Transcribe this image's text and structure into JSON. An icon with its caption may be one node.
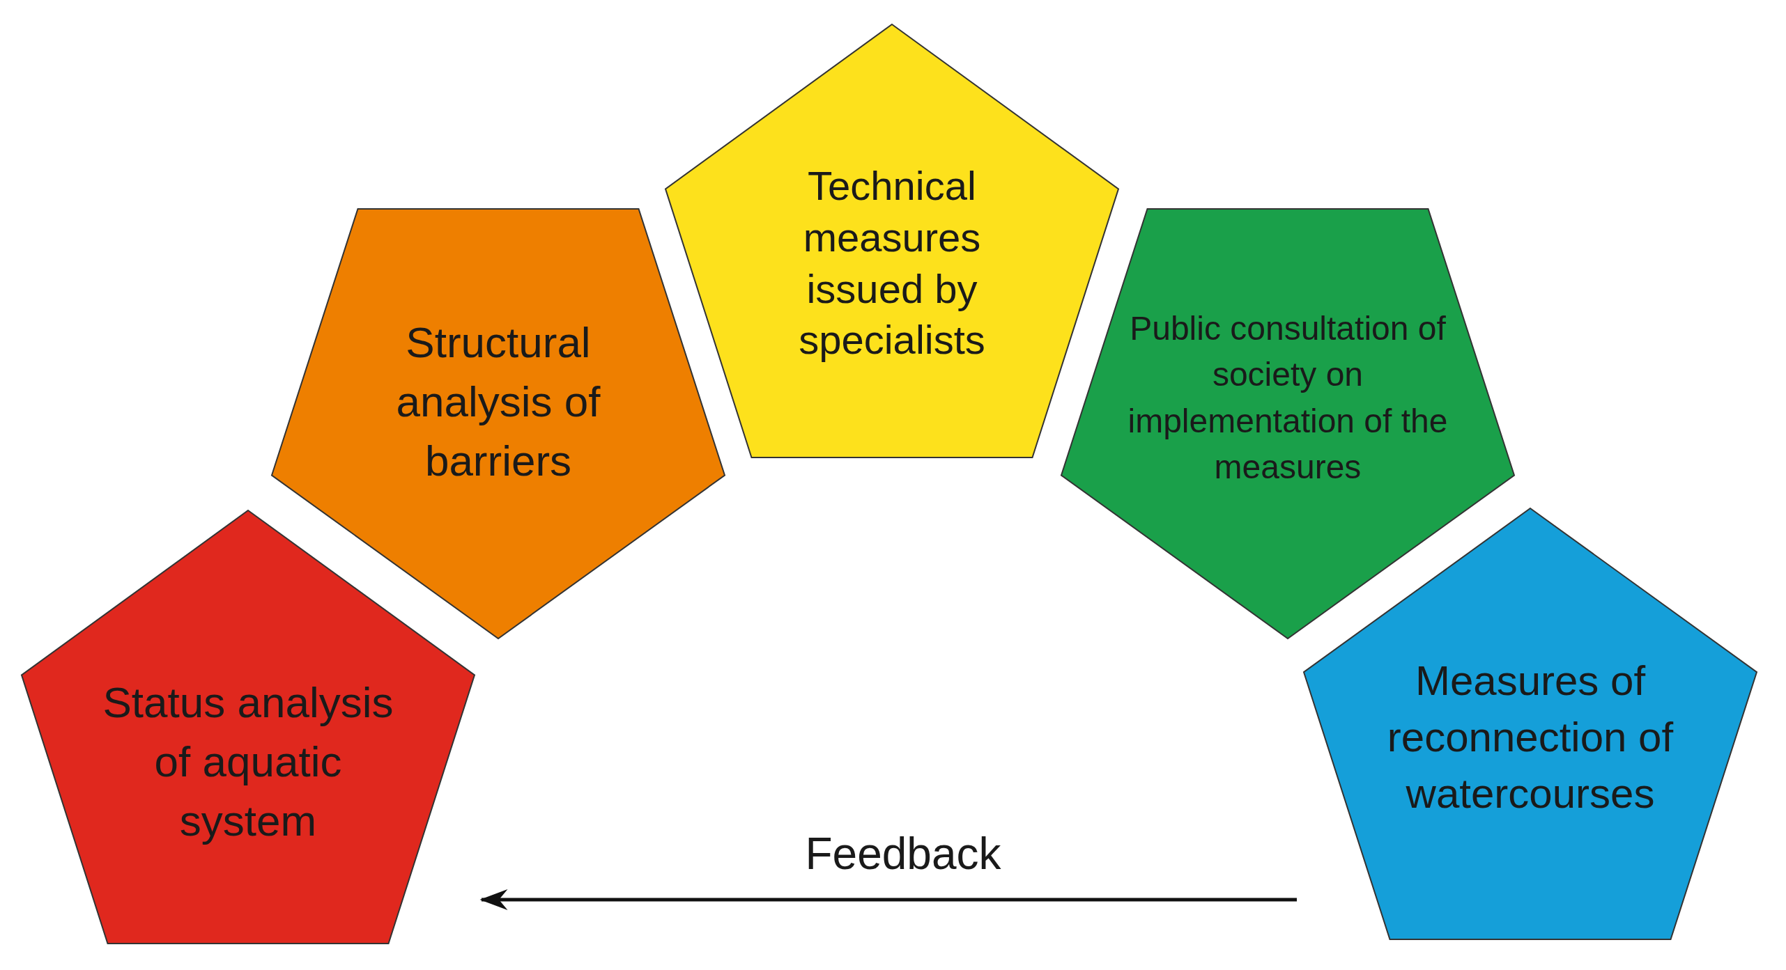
{
  "diagram": {
    "nodes": [
      {
        "text": [
          "Status analysis of aquatic system"
        ]
      },
      {
        "text": [
          "Structural analysis of barriers"
        ]
      },
      {
        "text": [
          "Technical measures issued by specialists"
        ]
      },
      {
        "text": [
          "Public consultation of society on implementation of the measures"
        ]
      },
      {
        "text": [
          "Measures of reconnection of watercourses"
        ]
      }
    ],
    "edges": [
      {
        "from": 4,
        "to": 0,
        "arrow": "to",
        "label": "Feedback"
      }
    ]
  }
}
